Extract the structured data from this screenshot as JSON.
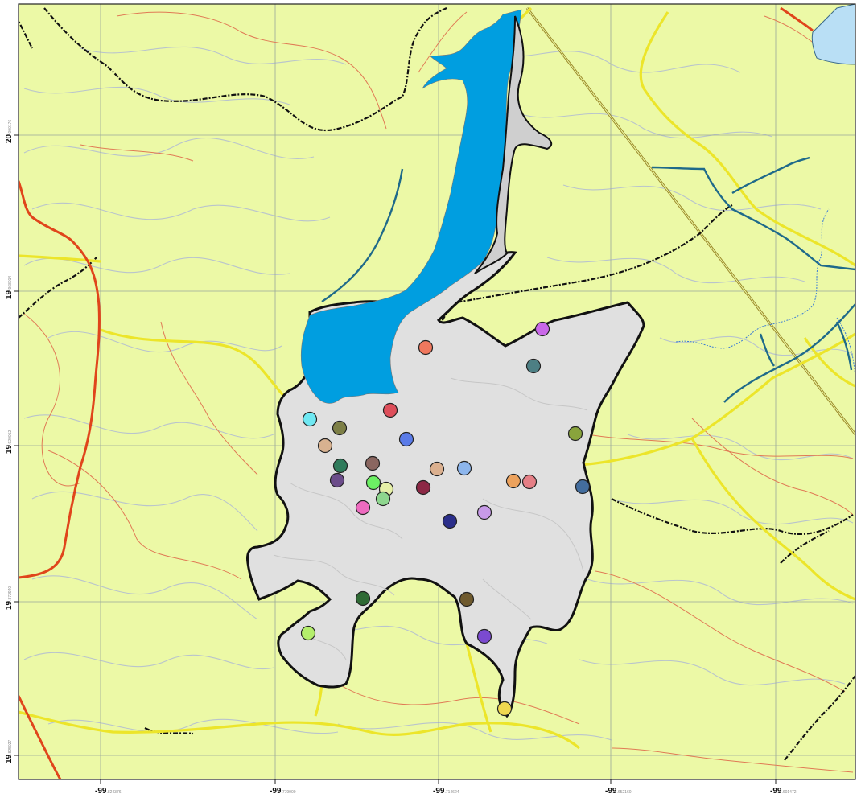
{
  "x_ticks": [
    {
      "label": "-99",
      "sub": ".824376"
    },
    {
      "label": "-99",
      "sub": ".779000"
    },
    {
      "label": "-99",
      "sub": ".714624"
    },
    {
      "label": "-99",
      "sub": ".652160"
    },
    {
      "label": "-99",
      "sub": ".601472"
    }
  ],
  "y_ticks": [
    {
      "label": "20",
      "sub": ".000176"
    },
    {
      "label": "19",
      "sub": ".968014"
    },
    {
      "label": "19",
      "sub": ".920052"
    },
    {
      "label": "19",
      "sub": ".872940"
    },
    {
      "label": "19",
      "sub": ".825027"
    }
  ],
  "colors": {
    "land": "#ecf9a6",
    "municipality": "#e0e0e0",
    "water": "#009ee0",
    "road_major": "#ece52a",
    "road_primary": "#e0451b",
    "road_minor": "#e07a55",
    "river": "#1f6a8a",
    "boundary": "#111111",
    "contour": "#b9c4cc",
    "grid": "#9aa79a",
    "railway": "#9c8a2a"
  },
  "points": [
    {
      "color": "#c968e8"
    },
    {
      "color": "#f0785e"
    },
    {
      "color": "#4d7f84"
    },
    {
      "color": "#de4f5b"
    },
    {
      "color": "#6fe8f2"
    },
    {
      "color": "#7d7f46"
    },
    {
      "color": "#5a7be8"
    },
    {
      "color": "#89a43c"
    },
    {
      "color": "#d8b290"
    },
    {
      "color": "#2f7b5b"
    },
    {
      "color": "#8a6660"
    },
    {
      "color": "#dbb08f"
    },
    {
      "color": "#8db6ed"
    },
    {
      "color": "#6b4c8a"
    },
    {
      "color": "#6cf064"
    },
    {
      "color": "#e6f0a8"
    },
    {
      "color": "#8c2845"
    },
    {
      "color": "#eca25d"
    },
    {
      "color": "#e57f86"
    },
    {
      "color": "#436d9e"
    },
    {
      "color": "#8ed68e"
    },
    {
      "color": "#ee6bc0"
    },
    {
      "color": "#c79ae8"
    },
    {
      "color": "#2b2e8a"
    },
    {
      "color": "#2f6a35"
    },
    {
      "color": "#6f5a2e"
    },
    {
      "color": "#b4ee6c"
    },
    {
      "color": "#7b4ad0"
    },
    {
      "color": "#f0d850"
    }
  ]
}
